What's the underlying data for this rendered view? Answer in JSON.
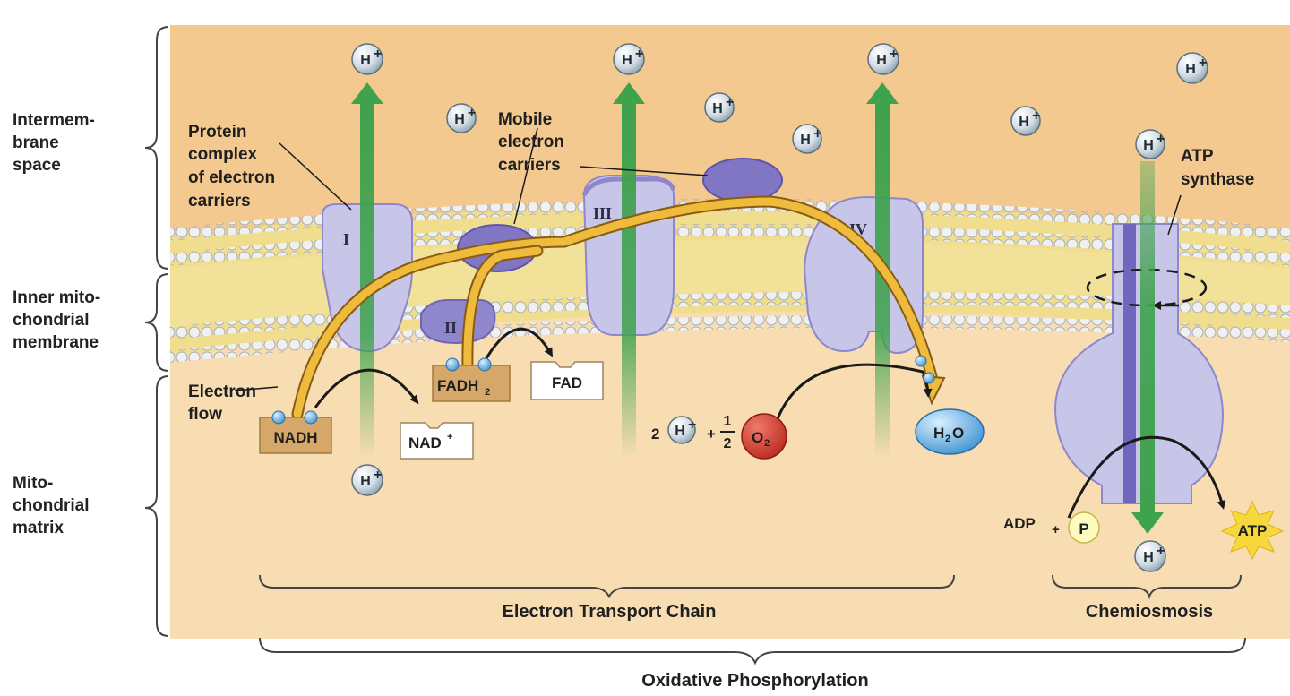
{
  "regions": {
    "intermembrane": "Intermem-\nbrane\nspace",
    "inner_membrane": "Inner mito-\nchondrial\nmembrane",
    "matrix": "Mito-\nchondrial\nmatrix"
  },
  "complexes": {
    "c1": "I",
    "c2": "II",
    "c3": "III",
    "c4": "IV"
  },
  "callouts": {
    "protein_complex": [
      "Protein",
      "complex",
      "of electron",
      "carriers"
    ],
    "mobile_carriers": [
      "Mobile",
      "electron",
      "carriers"
    ],
    "atp_synthase": [
      "ATP",
      "synthase"
    ],
    "electron_flow": [
      "Electron",
      "flow"
    ]
  },
  "molecules": {
    "nadh": "NADH",
    "nad": "NAD",
    "nad_sup": "+",
    "fadh2": "FADH",
    "fadh2_sub": "2",
    "fad": "FAD",
    "h2o": "H",
    "h2o_sub": "2",
    "h2o_end": "O",
    "o2": "O",
    "o2_sub": "2",
    "adp": "ADP",
    "plus": "+",
    "p": "P",
    "atp": "ATP",
    "coef": "2",
    "half_num": "1",
    "half_den": "2"
  },
  "ion": {
    "h": "H",
    "plus": "+"
  },
  "bottom": {
    "etc": "Electron Transport Chain",
    "chemiosmosis": "Chemiosmosis",
    "oxphos": "Oxidative Phosphorylation"
  },
  "colors": {
    "intermembrane_bg": "#f3c98f",
    "matrix_bg": "#f8ddb3",
    "membrane_core": "#f1dd8e",
    "protein": "#c7c6e8",
    "protein_edge": "#8f87c9",
    "mobile": "#8076c4",
    "electron_arrow": "#e9b33a",
    "proton_arrow": "#3fa24d",
    "oxygen": "#d6362b",
    "water": "#7fb0e0",
    "atp_burst": "#f7d83c"
  }
}
